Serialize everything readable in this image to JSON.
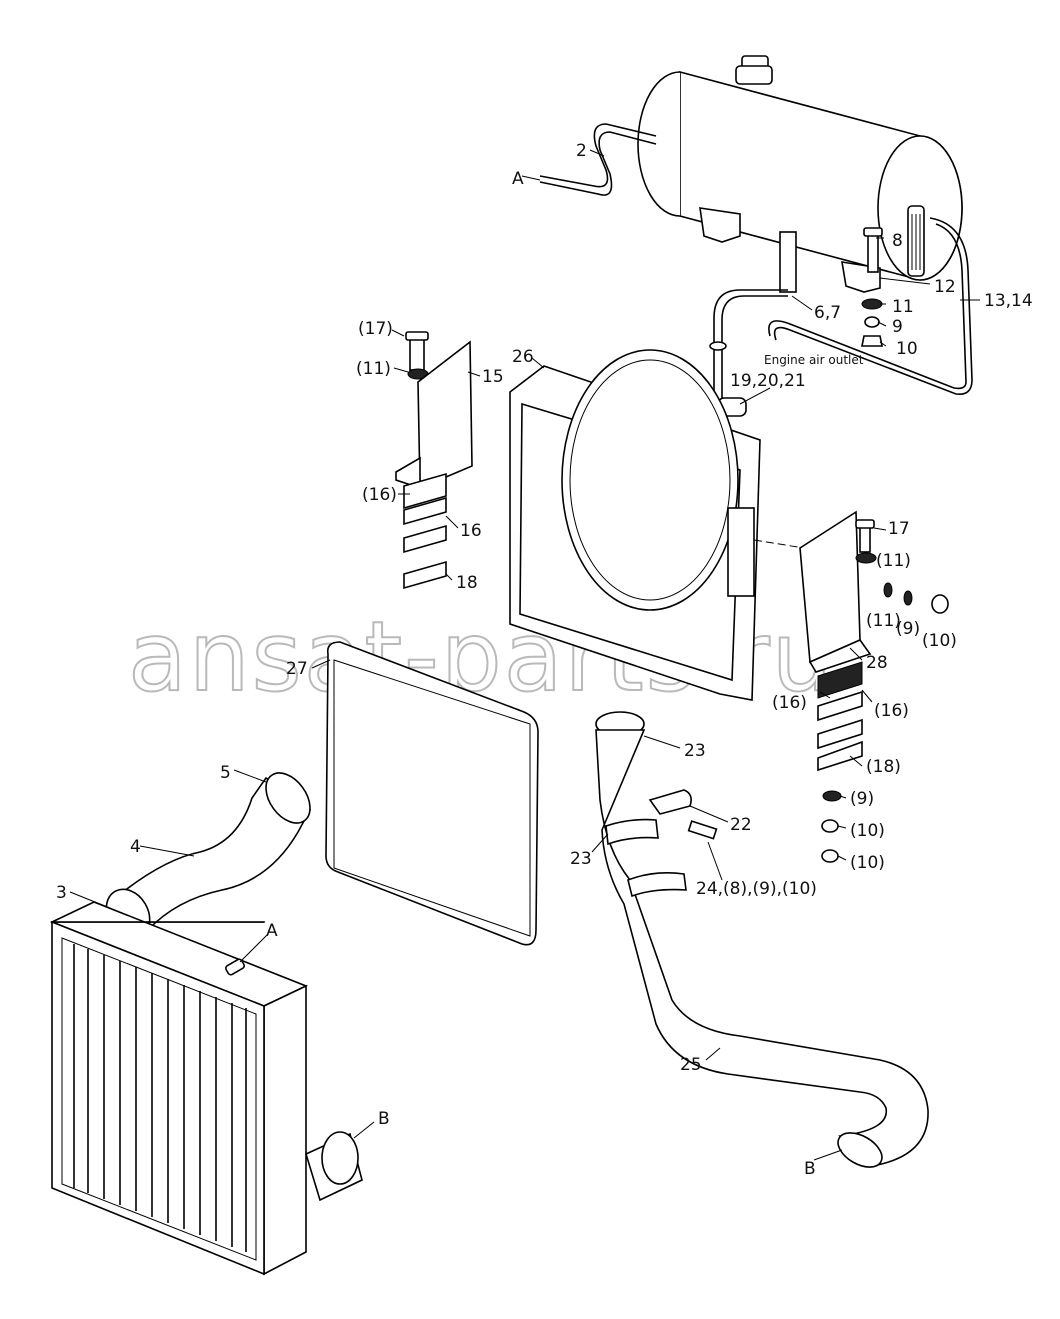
{
  "watermark": "ansat-parts.ru",
  "note": "Engine air outlet",
  "labels": {
    "A_top": "A",
    "A_low": "A",
    "B_left": "B",
    "B_right": "B",
    "p2": "2",
    "p3": "3",
    "p4": "4",
    "p5": "5",
    "p6_7": "6,7",
    "p8": "8",
    "p9": "9",
    "p10": "10",
    "p11": "11",
    "p12": "12",
    "p13_14": "13,14",
    "p15": "15",
    "p16": "16",
    "p16b": "(16)",
    "p17b": "(17)",
    "p11b": "(11)",
    "p18": "18",
    "p19_21": "19,20,21",
    "p17": "17",
    "p11r": "(11)",
    "p11r2": "(11)",
    "p9r": "(9)",
    "p10r": "(10)",
    "p28": "28",
    "p16r1": "(16)",
    "p16r2": "(16)",
    "p18r": "(18)",
    "p9r2": "(9)",
    "p10r2": "(10)",
    "p10r3": "(10)",
    "p22": "22",
    "p23a": "23",
    "p23b": "23",
    "p24": "24,(8),(9),(10)",
    "p25": "25",
    "p26": "26",
    "p27": "27"
  }
}
